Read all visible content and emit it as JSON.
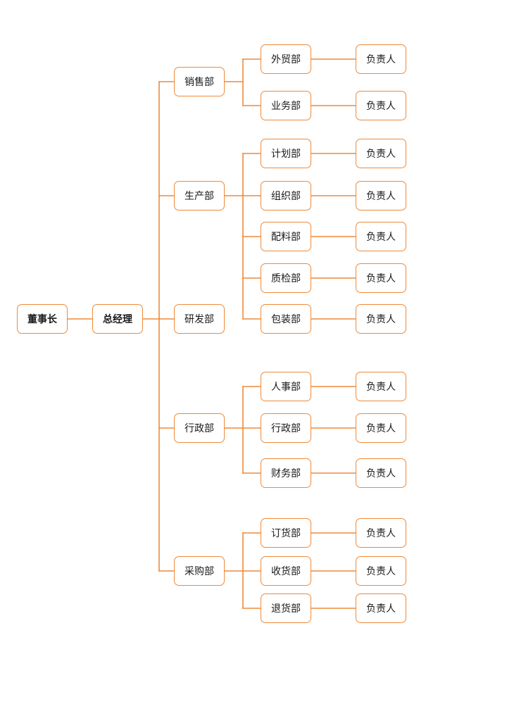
{
  "colors": {
    "line": "#ee8a3a",
    "border": "#ee8a3a",
    "text": "#1a1a1a"
  },
  "chairman": "董事长",
  "general_manager": "总经理",
  "departments": [
    {
      "name": "销售部",
      "subs": [
        {
          "name": "外贸部",
          "owner": "负责人"
        },
        {
          "name": "业务部",
          "owner": "负责人"
        }
      ]
    },
    {
      "name": "生产部",
      "subs": [
        {
          "name": "计划部",
          "owner": "负责人"
        },
        {
          "name": "组织部",
          "owner": "负责人"
        },
        {
          "name": "配料部",
          "owner": "负责人"
        },
        {
          "name": "质检部",
          "owner": "负责人"
        },
        {
          "name": "包装部",
          "owner": "负责人"
        }
      ]
    },
    {
      "name": "研发部",
      "subs": []
    },
    {
      "name": "行政部",
      "subs": [
        {
          "name": "人事部",
          "owner": "负责人"
        },
        {
          "name": "行政部",
          "owner": "负责人"
        },
        {
          "name": "财务部",
          "owner": "负责人"
        }
      ]
    },
    {
      "name": "采购部",
      "subs": [
        {
          "name": "订货部",
          "owner": "负责人"
        },
        {
          "name": "收货部",
          "owner": "负责人"
        },
        {
          "name": "退货部",
          "owner": "负责人"
        }
      ]
    }
  ]
}
